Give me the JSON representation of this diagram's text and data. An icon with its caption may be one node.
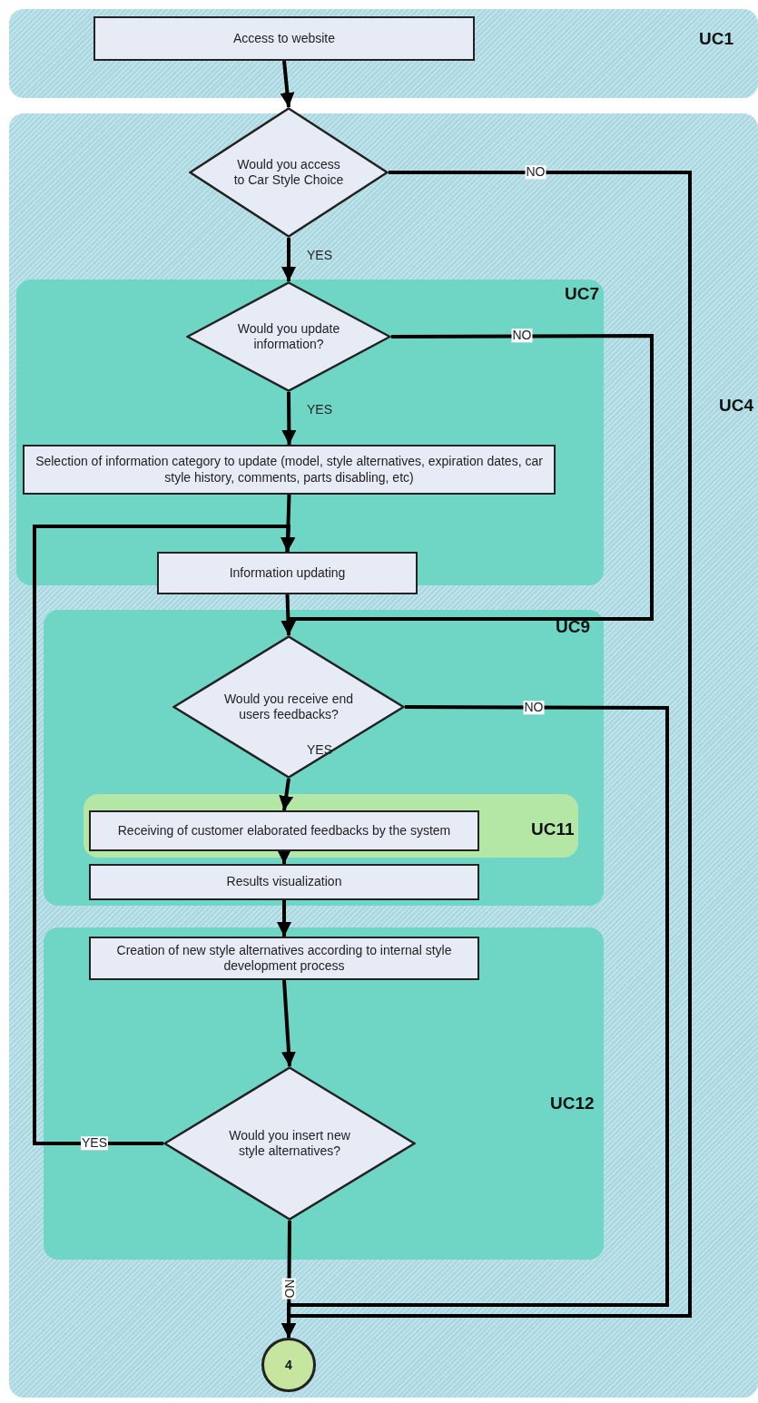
{
  "diagram": {
    "nodes": [
      {
        "text": [
          "UC1"
        ]
      },
      {
        "text": [
          "Access to website"
        ],
        "in": 0
      },
      {
        "text": [
          "UC4"
        ]
      },
      {
        "text": [
          "Would you access to Car Style Choice"
        ],
        "in": 2
      },
      {
        "text": [
          "UC7"
        ],
        "in": 2
      },
      {
        "text": [
          "Would you update information?"
        ],
        "in": 4
      },
      {
        "text": [
          "Selection of information category to update (model, style alternatives, expiration dates, car style history, comments, parts disabling, etc)"
        ],
        "in": 4
      },
      {
        "text": [
          "Information updating"
        ],
        "in": 4
      },
      {
        "text": [
          "UC9"
        ],
        "in": 2
      },
      {
        "text": [
          "Would you receive end users feedbacks?"
        ],
        "in": 8
      },
      {
        "text": [
          "UC11"
        ],
        "in": 8
      },
      {
        "text": [
          "Receiving of customer elaborated feedbacks by the system"
        ],
        "in": 10
      },
      {
        "text": [
          "Results visualization"
        ],
        "in": 8
      },
      {
        "text": [
          "UC12"
        ],
        "in": 2
      },
      {
        "text": [
          "Creation of new style alternatives according to internal style development process"
        ],
        "in": 13
      },
      {
        "text": [
          "Would you insert new style alternatives?"
        ],
        "in": 13
      },
      {
        "text": [
          "4"
        ],
        "in": 2
      }
    ],
    "edges": [
      {
        "from": 1,
        "to": 3,
        "arrow": "to"
      },
      {
        "from": 3,
        "to": 5,
        "arrow": "to",
        "label": "YES"
      },
      {
        "from": 3,
        "to": 16,
        "arrow": "to",
        "label": "NO"
      },
      {
        "from": 5,
        "to": 6,
        "arrow": "to",
        "label": "YES"
      },
      {
        "from": 5,
        "to": 9,
        "arrow": "to",
        "label": "NO"
      },
      {
        "from": 6,
        "to": 7,
        "arrow": "to"
      },
      {
        "from": 7,
        "to": 9,
        "arrow": "to"
      },
      {
        "from": 9,
        "to": 11,
        "arrow": "to",
        "label": "YES"
      },
      {
        "from": 9,
        "to": 16,
        "arrow": "to",
        "label": "NO"
      },
      {
        "from": 11,
        "to": 12,
        "arrow": "to"
      },
      {
        "from": 12,
        "to": 14,
        "arrow": "to"
      },
      {
        "from": 14,
        "to": 15,
        "arrow": "to"
      },
      {
        "from": 15,
        "to": 7,
        "arrow": "to",
        "label": "YES"
      },
      {
        "from": 15,
        "to": 16,
        "arrow": "to",
        "label": "NO"
      }
    ]
  }
}
